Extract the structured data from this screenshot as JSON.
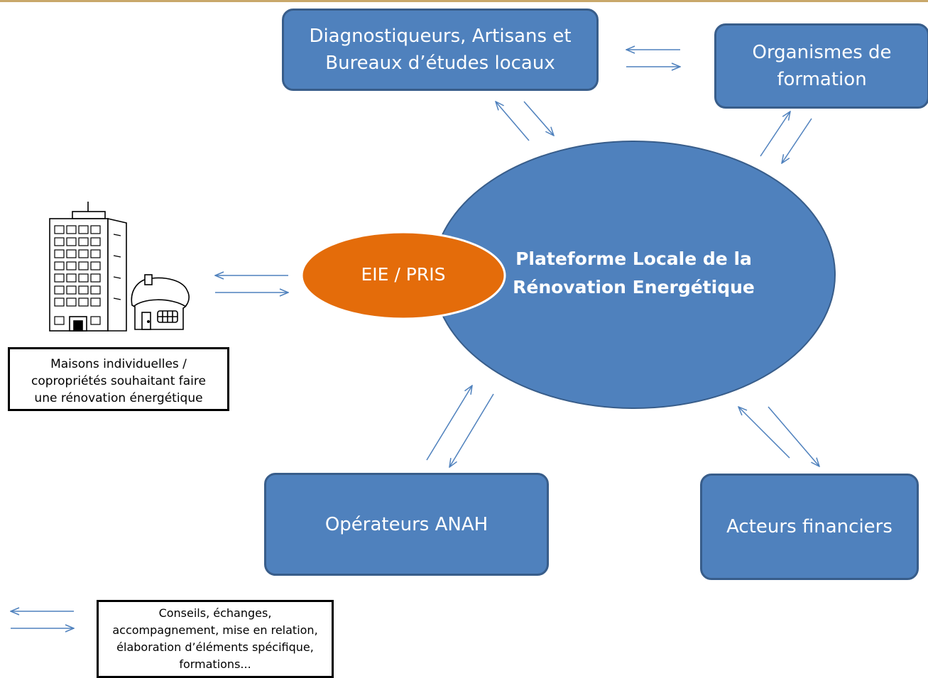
{
  "nodes": {
    "diagnostiqueurs": [
      "Diagnostiqueurs, Artisans et",
      "Bureaux d’études locaux"
    ],
    "organismes": [
      "Organismes de",
      "formation"
    ],
    "operateurs": "Opérateurs ANAH",
    "acteurs": "Acteurs financiers"
  },
  "platform": [
    "Plateforme Locale de la",
    "Rénovation Energétique"
  ],
  "eie": "EIE / PRIS",
  "houses_caption": [
    "Maisons individuelles /",
    "copropriétés souhaitant faire",
    "une rénovation énergétique"
  ],
  "legend_caption": [
    "Conseils, échanges,",
    "accompagnement, mise en relation,",
    "élaboration d’éléments spécifique,",
    "formations..."
  ],
  "colors": {
    "node_fill": "#4f81bd",
    "node_border": "#385d8a",
    "eie_fill": "#e46c0a",
    "arrow": "#4f81bd"
  }
}
